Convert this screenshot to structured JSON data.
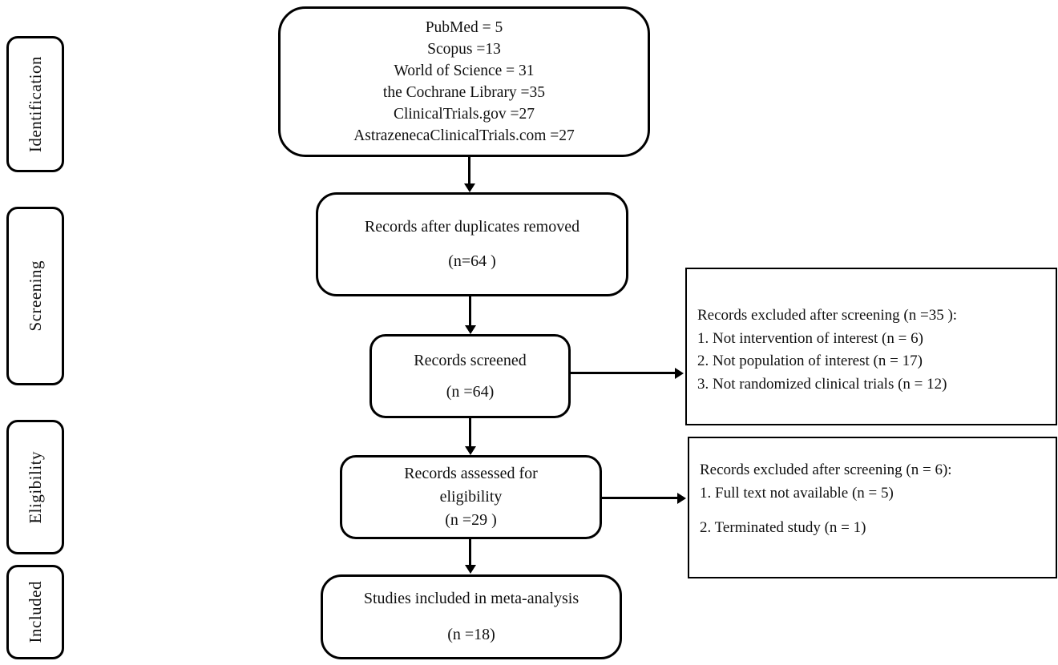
{
  "diagram_type": "prisma-flow-diagram",
  "colors": {
    "border": "#000000",
    "background": "#ffffff",
    "text": "#111111"
  },
  "sidebar": {
    "stages": [
      "Identification",
      "Screening",
      "Eligibility",
      "Included"
    ]
  },
  "boxes": {
    "sources": {
      "lines": [
        "PubMed = 5",
        "Scopus =13",
        "World of Science = 31",
        "the Cochrane Library =35",
        "ClinicalTrials.gov =27",
        "AstrazenecaClinicalTrials.com =27"
      ]
    },
    "duplicates": {
      "lines": [
        "Records after duplicates removed",
        "(n=64 )"
      ]
    },
    "screened": {
      "lines": [
        "Records screened",
        "(n =64)"
      ]
    },
    "excluded_screening": {
      "lines": [
        "Records excluded after screening (n =35 ):",
        "1. Not intervention of interest (n = 6)",
        "2. Not population of interest (n = 17)",
        "3. Not randomized clinical trials (n = 12)"
      ]
    },
    "eligibility": {
      "lines": [
        "Records assessed for",
        "eligibility",
        "(n =29 )"
      ]
    },
    "excluded_eligibility": {
      "lines": [
        "Records excluded after screening (n = 6):",
        "1. Full text not available (n = 5)",
        "2. Terminated study (n = 1)"
      ]
    },
    "included": {
      "lines": [
        "Studies included in meta-analysis",
        "(n =18)"
      ]
    }
  }
}
